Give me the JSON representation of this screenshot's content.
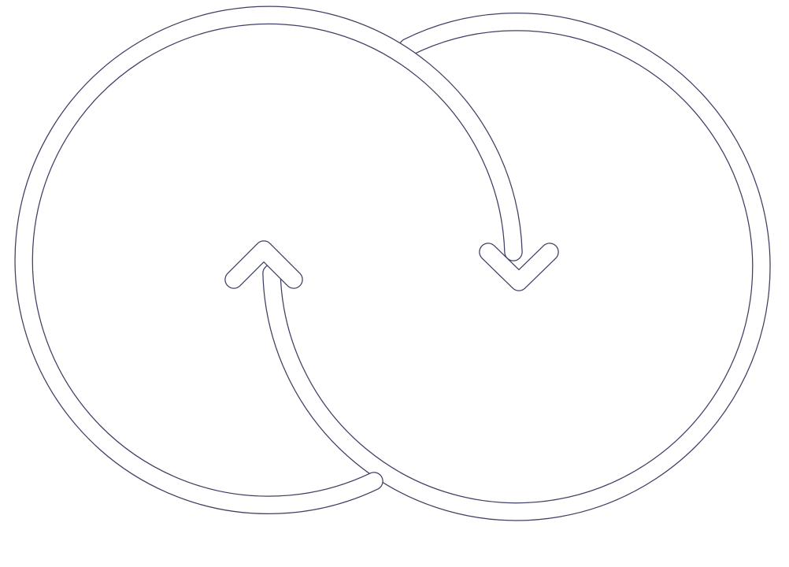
{
  "icon": {
    "name": "cycle-interlocking-rings-icon",
    "description_elements": [
      "left-ring",
      "right-ring",
      "up-arrow",
      "down-arrow"
    ]
  },
  "colors": {
    "background": "#ffffff",
    "outline": "#3d3f63",
    "fill": "#ffffff"
  }
}
